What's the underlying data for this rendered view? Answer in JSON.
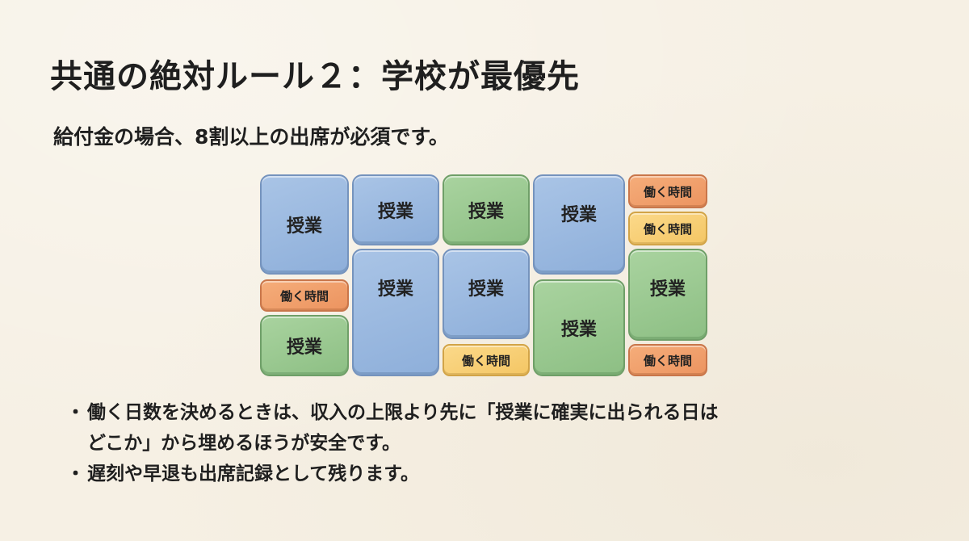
{
  "title": "共通の絶対ルール２：学校が最優先",
  "subtitle": "給付金の場合、8割以上の出席が必須です。",
  "schedule": {
    "lesson_label": "授業",
    "work_label": "働く時間",
    "colors": {
      "lesson_blue": "#9ab9e0",
      "lesson_green": "#9ac991",
      "work_orange": "#f0a06c",
      "work_yellow": "#f7cf76"
    }
  },
  "bullets": [
    {
      "dot": "・",
      "line1": "働く日数を決めるときは、収入の上限より先に「授業に確実に出られる日は",
      "line2": "どこか」から埋めるほうが安全です。"
    },
    {
      "dot": "・",
      "line1": "遅刻や早退も出席記録として残ります。"
    }
  ]
}
